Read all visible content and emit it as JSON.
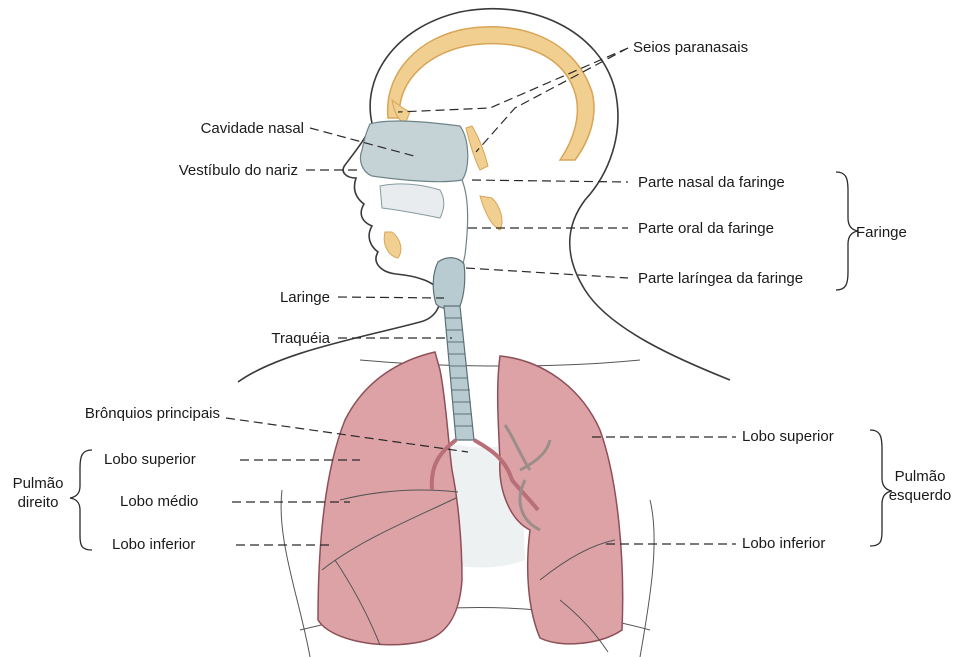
{
  "head_labels": {
    "seios_paranasais": "Seios paranasais",
    "cavidade_nasal": "Cavidade nasal",
    "vestibulo_nariz": "Vestíbulo do nariz",
    "laringe": "Laringe",
    "traqueia": "Traquéia"
  },
  "pharynx": {
    "parte_nasal": "Parte nasal da faringe",
    "parte_oral": "Parte oral da faringe",
    "parte_laringea": "Parte laríngea da faringe",
    "group_label": "Faringe"
  },
  "bronquios": "Brônquios principais",
  "right_lung": {
    "group_line1": "Pulmão",
    "group_line2": "direito",
    "lobo_superior": "Lobo superior",
    "lobo_medio": "Lobo médio",
    "lobo_inferior": "Lobo inferior"
  },
  "left_lung": {
    "group_line1": "Pulmão",
    "group_line2": "esquerdo",
    "lobo_superior": "Lobo superior",
    "lobo_inferior": "Lobo inferior"
  },
  "colors": {
    "lung": "#dca2a6",
    "lung_dark": "#b86f78",
    "airway": "#b8cbd0",
    "bone": "#f0cf90",
    "bone_edge": "#d8a557",
    "skin_fill": "#eef1f2"
  }
}
